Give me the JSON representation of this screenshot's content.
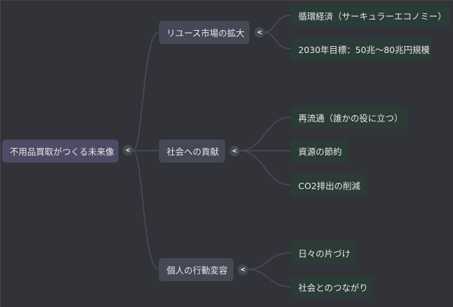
{
  "root": {
    "label": "不用品買取がつくる未来像"
  },
  "toggle_symbol": "<",
  "branches": [
    {
      "label": "リユース市場の拡大",
      "children": [
        "循環経済（サーキュラーエコノミー）",
        "2030年目標：50兆〜80兆円規模"
      ]
    },
    {
      "label": "社会への貢献",
      "children": [
        "再流通（誰かの役に立つ）",
        "資源の節約",
        "CO2排出の削減"
      ]
    },
    {
      "label": "個人の行動変容",
      "children": [
        "日々の片づけ",
        "社会とのつながり"
      ]
    }
  ],
  "colors": {
    "background": "#323338",
    "root": "#4e4b66",
    "branch": "#444955",
    "leaf": "#2b3b36",
    "link": "#4d4d5c"
  }
}
